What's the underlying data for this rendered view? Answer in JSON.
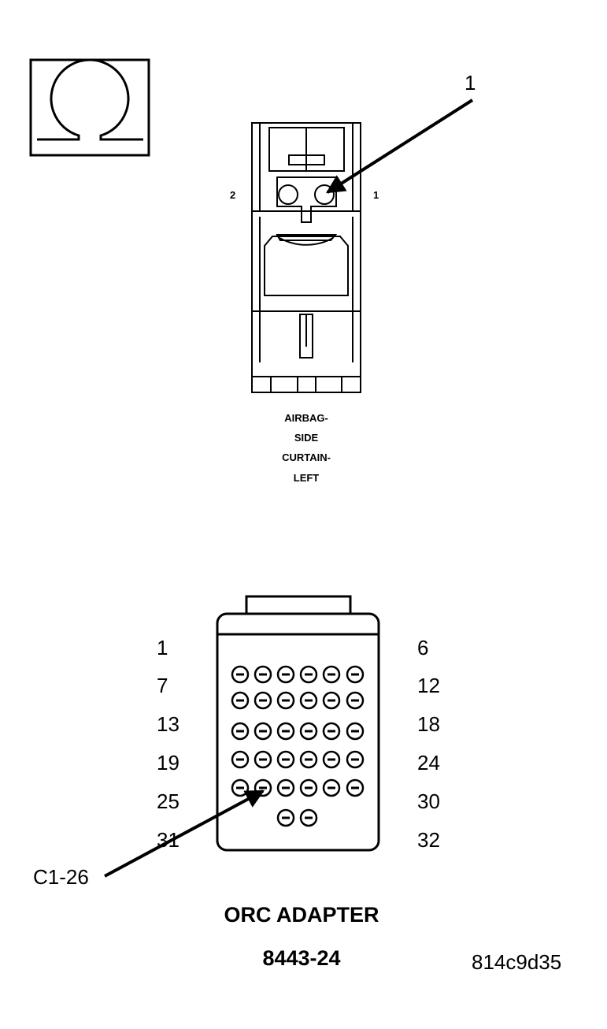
{
  "ohm_symbol": {
    "icon": "ohm-icon",
    "glyph": "Ω"
  },
  "top_connector": {
    "pin_left_label": "2",
    "pin_right_label": "1",
    "callout_label": "1",
    "caption_lines": [
      "AIRBAG-",
      "SIDE",
      "CURTAIN-",
      "LEFT"
    ]
  },
  "bottom_connector": {
    "left_pin_labels": [
      "1",
      "7",
      "13",
      "19",
      "25",
      "31"
    ],
    "right_pin_labels": [
      "6",
      "12",
      "18",
      "24",
      "30",
      "32"
    ],
    "callout_label": "C1-26",
    "title": "ORC ADAPTER",
    "part_number": "8443-24"
  },
  "reference_code": "814c9d35"
}
